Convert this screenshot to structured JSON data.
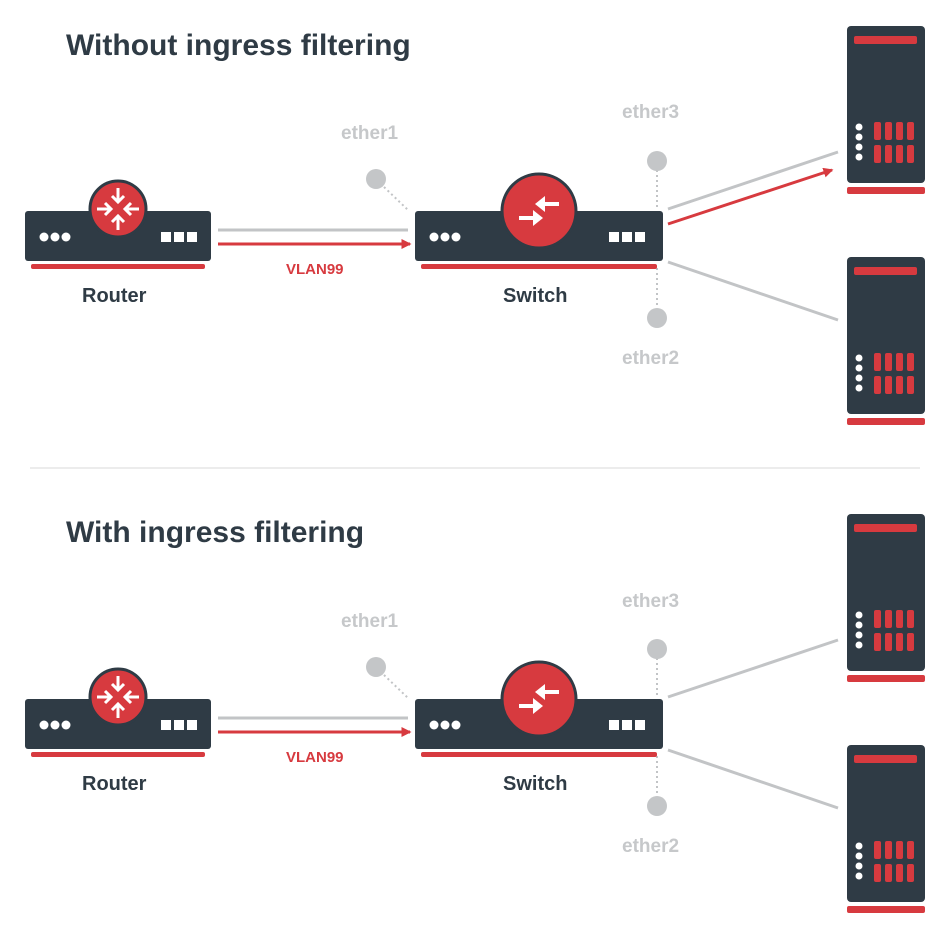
{
  "colors": {
    "dark": "#2f3b45",
    "red": "#d73a3f",
    "grey_line": "#c2c4c6",
    "port_dot": "#c4c6c8",
    "divider": "#e6e6e6"
  },
  "icons": {
    "router": "router-arrows-inward-icon",
    "switch": "switch-arrows-exchange-icon",
    "server": "server-tower-icon"
  },
  "panels": [
    {
      "title": "Without ingress filtering",
      "router_label": "Router",
      "switch_label": "Switch",
      "vlan_label": "VLAN99",
      "ports": {
        "ether1": "ether1",
        "ether2": "ether2",
        "ether3": "ether3"
      },
      "vlan99_forwarded_to_ether3": true
    },
    {
      "title": "With ingress filtering",
      "router_label": "Router",
      "switch_label": "Switch",
      "vlan_label": "VLAN99",
      "ports": {
        "ether1": "ether1",
        "ether2": "ether2",
        "ether3": "ether3"
      },
      "vlan99_forwarded_to_ether3": false
    }
  ]
}
